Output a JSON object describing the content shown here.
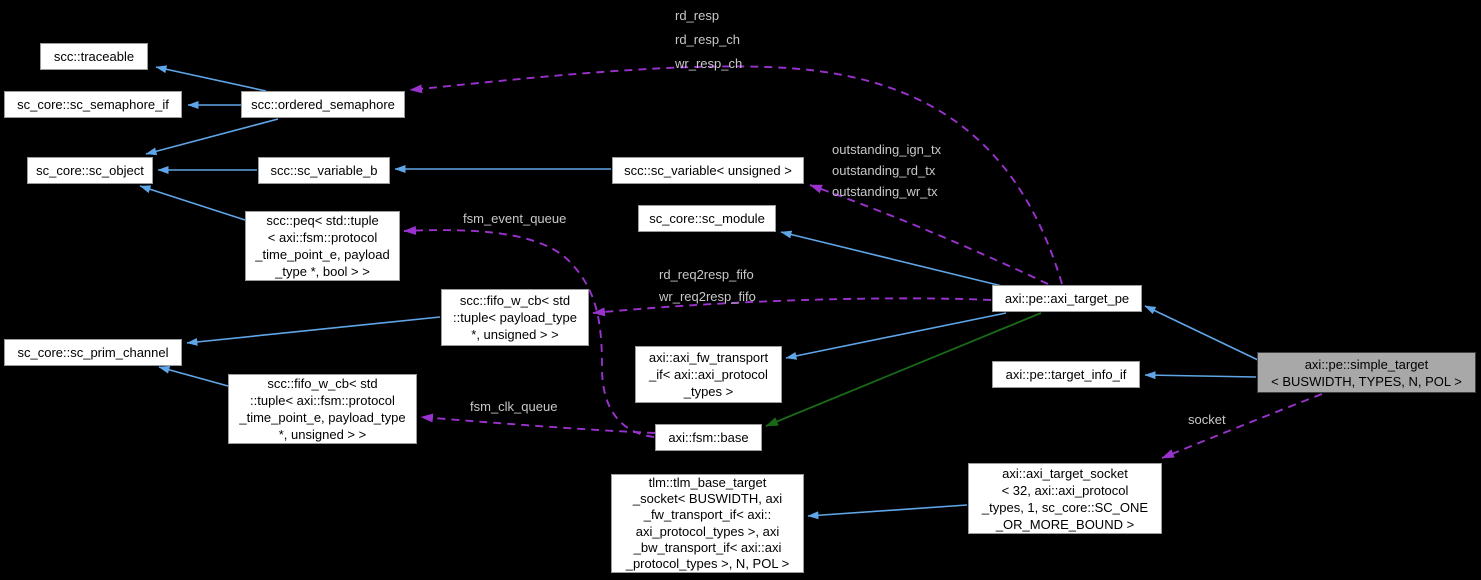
{
  "diagram_type": "class-collaboration-graph",
  "colors": {
    "background": "#000000",
    "node_fill": "#ffffff",
    "node_border": "#9b9b9b",
    "node_text": "#000000",
    "highlight_node_fill": "#a8a8a8",
    "inheritance_edge": "#5fa6e8",
    "composition_edge": "#9a32cd",
    "protected_inheritance_edge": "#186a18",
    "edge_label_text": "#c8c8c8"
  },
  "nodes": [
    {
      "label": "scc::traceable"
    },
    {
      "label": "sc_core::sc_semaphore_if"
    },
    {
      "label": "scc::ordered_semaphore"
    },
    {
      "label": "sc_core::sc_object"
    },
    {
      "label": "scc::sc_variable_b"
    },
    {
      "label": "scc::sc_variable< unsigned >"
    },
    {
      "label": "sc_core::sc_module"
    },
    {
      "label": "scc::peq< std::tuple\n< axi::fsm::protocol\n_time_point_e, payload\n_type *, bool > >"
    },
    {
      "label": "scc::fifo_w_cb< std\n::tuple< payload_type\n*, unsigned > >"
    },
    {
      "label": "sc_core::sc_prim_channel"
    },
    {
      "label": "scc::fifo_w_cb< std\n::tuple< axi::fsm::protocol\n_time_point_e, payload_type\n*, unsigned > >"
    },
    {
      "label": "axi::axi_fw_transport\n_if< axi::axi_protocol\n_types >"
    },
    {
      "label": "axi::fsm::base"
    },
    {
      "label": "tlm::tlm_base_target\n_socket< BUSWIDTH, axi\n_fw_transport_if< axi::\naxi_protocol_types >, axi\n_bw_transport_if< axi::axi\n_protocol_types >, N, POL >"
    },
    {
      "label": "axi::pe::axi_target_pe"
    },
    {
      "label": "axi::pe::target_info_if"
    },
    {
      "label": "axi::pe::simple_target\n< BUSWIDTH, TYPES, N, POL >"
    },
    {
      "label": "axi::axi_target_socket\n< 32, axi::axi_protocol\n_types, 1, sc_core::SC_ONE\n_OR_MORE_BOUND >"
    }
  ],
  "edge_labels": [
    {
      "text": "rd_resp"
    },
    {
      "text": "rd_resp_ch"
    },
    {
      "text": "wr_resp_ch"
    },
    {
      "text": "outstanding_ign_tx"
    },
    {
      "text": "outstanding_rd_tx"
    },
    {
      "text": "outstanding_wr_tx"
    },
    {
      "text": "fsm_event_queue"
    },
    {
      "text": "rd_req2resp_fifo"
    },
    {
      "text": "wr_req2resp_fifo"
    },
    {
      "text": "fsm_clk_queue"
    },
    {
      "text": "socket"
    }
  ]
}
